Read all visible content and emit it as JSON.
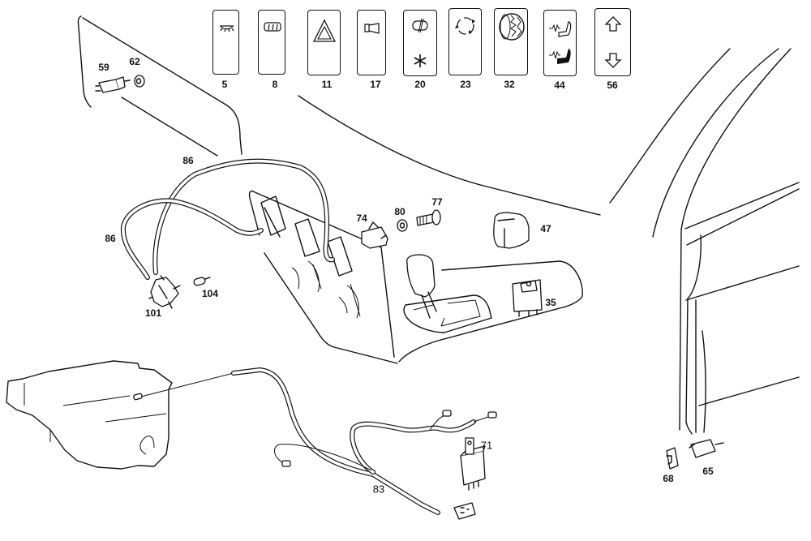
{
  "diagram": {
    "title": "Switches, relays and wiring harness — exploded parts illustration",
    "switch_buttons": [
      {
        "ref": "5",
        "icon": "interior-light-icon"
      },
      {
        "ref": "8",
        "icon": "rear-window-defroster-icon"
      },
      {
        "ref": "11",
        "icon": "hazard-warning-triangle-icon"
      },
      {
        "ref": "17",
        "icon": "horn-icon"
      },
      {
        "ref": "20",
        "icon": "air-recirculation-and-ac-snowflake-icon"
      },
      {
        "ref": "23",
        "icon": "recirculation-arrows-icon"
      },
      {
        "ref": "32",
        "icon": "tire-traction-icon"
      },
      {
        "ref": "44",
        "icon": "heated-seat-icon"
      },
      {
        "ref": "56",
        "icon": "up-down-arrows-icon"
      }
    ],
    "part_labels": {
      "p59": "59",
      "p62": "62",
      "p86a": "86",
      "p86b": "86",
      "p101": "101",
      "p104": "104",
      "p74": "74",
      "p80": "80",
      "p77": "77",
      "p47": "47",
      "p35": "35",
      "p71": "71",
      "p83": "83",
      "p68": "68",
      "p65": "65"
    },
    "parts": [
      {
        "ref": "59",
        "name": "switch connector"
      },
      {
        "ref": "62",
        "name": "grommet / nut"
      },
      {
        "ref": "86",
        "name": "fiber optic light cable"
      },
      {
        "ref": "101",
        "name": "bulb holder"
      },
      {
        "ref": "104",
        "name": "bulb"
      },
      {
        "ref": "74",
        "name": "clip"
      },
      {
        "ref": "80",
        "name": "washer"
      },
      {
        "ref": "77",
        "name": "screw"
      },
      {
        "ref": "47",
        "name": "switch"
      },
      {
        "ref": "35",
        "name": "window switch"
      },
      {
        "ref": "71",
        "name": "relay"
      },
      {
        "ref": "83",
        "name": "wiring harness"
      },
      {
        "ref": "68",
        "name": "door contact cap"
      },
      {
        "ref": "65",
        "name": "door contact switch"
      }
    ]
  }
}
